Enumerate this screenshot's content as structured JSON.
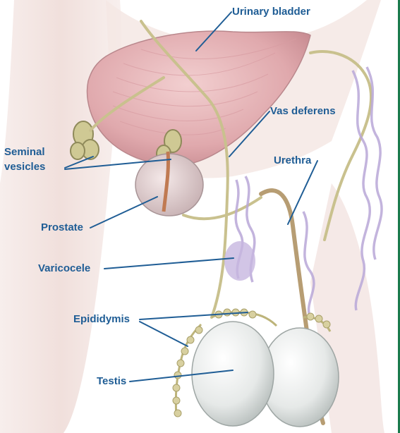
{
  "labels": {
    "urinary_bladder": "Urinary bladder",
    "vas_deferens": "Vas deferens",
    "urethra": "Urethra",
    "seminal_vesicles_line1": "Seminal",
    "seminal_vesicles_line2": "vesicles",
    "prostate": "Prostate",
    "varicocele": "Varicocele",
    "epididymis": "Epididymis",
    "testis": "Testis"
  },
  "colors": {
    "label_text": "#1f5d95",
    "leader_line": "#1f5d95",
    "frame_border": "#1a7a4c",
    "body_silhouette": "#f2e4df",
    "bladder": "#e3b1b4",
    "vas_deferens": "#c9c18e",
    "veins": "#b9a8d8",
    "testis": "#e8ebea"
  }
}
